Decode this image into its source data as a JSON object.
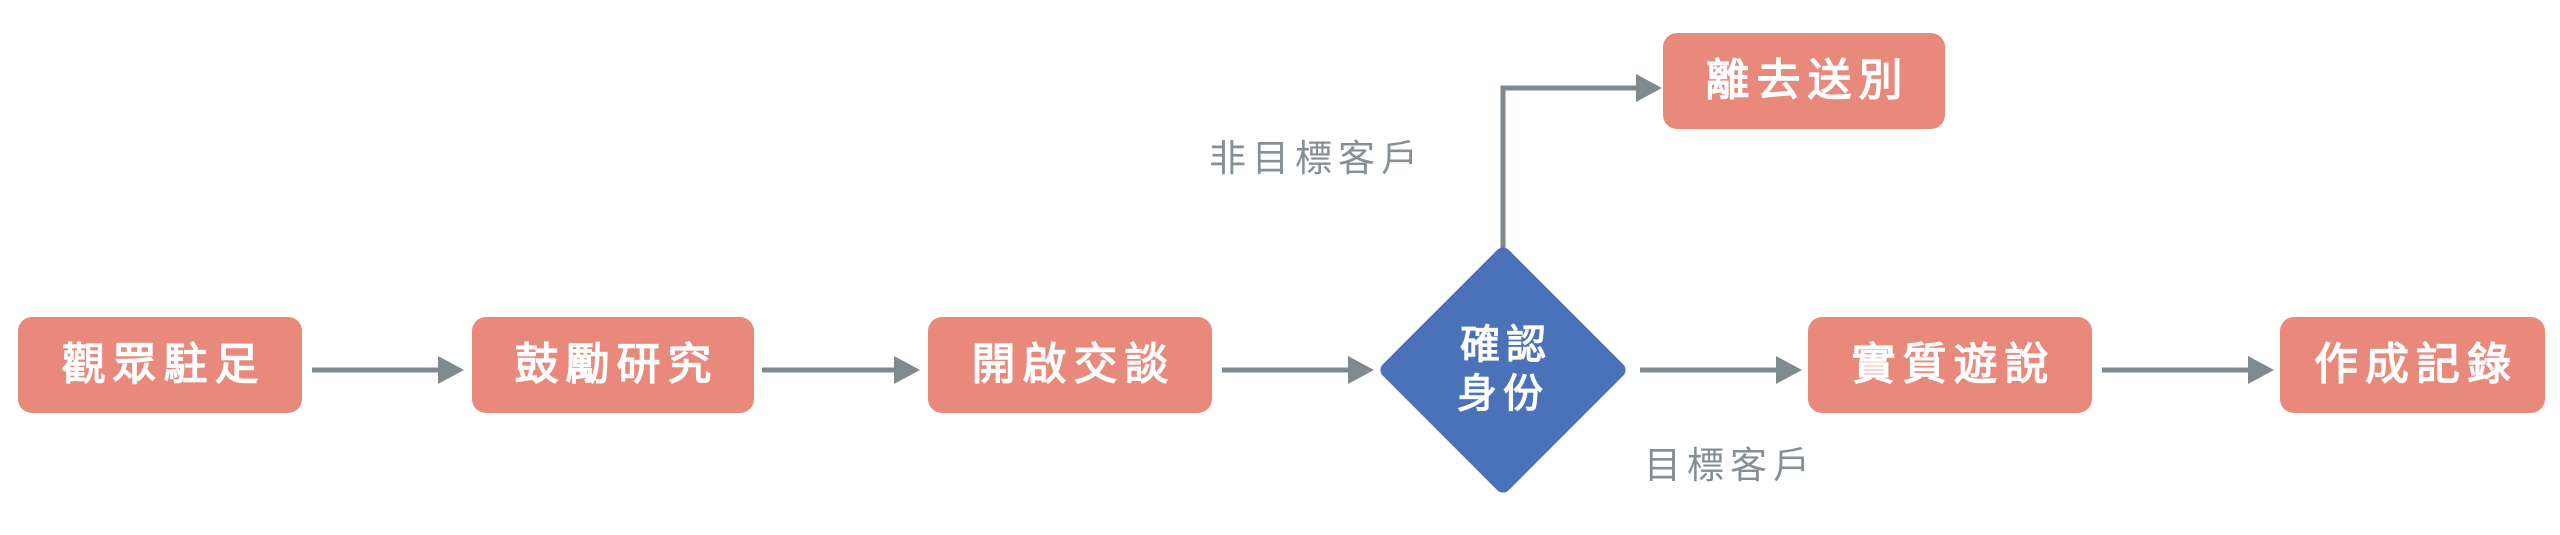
{
  "diagram": {
    "title": "",
    "colors": {
      "process_fill": "#e8897c",
      "process_text": "#ffffff",
      "decision_fill": "#4a72b8",
      "decision_text": "#ffffff",
      "connector": "#7f8a8f",
      "edge_label_text": "#858f94",
      "background": "#ffffff"
    },
    "nodes": [
      {
        "id": "n1",
        "label": "觀眾駐足",
        "type": "process"
      },
      {
        "id": "n2",
        "label": "鼓勵研究",
        "type": "process"
      },
      {
        "id": "n3",
        "label": "開啟交談",
        "type": "process"
      },
      {
        "id": "n4",
        "label": "確認\n身份",
        "type": "decision"
      },
      {
        "id": "n5",
        "label": "離去送別",
        "type": "process"
      },
      {
        "id": "n6",
        "label": "實質遊說",
        "type": "process"
      },
      {
        "id": "n7",
        "label": "作成記錄",
        "type": "process"
      }
    ],
    "edges": [
      {
        "from": "n1",
        "to": "n2",
        "label": ""
      },
      {
        "from": "n2",
        "to": "n3",
        "label": ""
      },
      {
        "from": "n3",
        "to": "n4",
        "label": ""
      },
      {
        "from": "n4",
        "to": "n5",
        "label": "非目標客戶"
      },
      {
        "from": "n4",
        "to": "n6",
        "label": "目標客戶"
      },
      {
        "from": "n6",
        "to": "n7",
        "label": ""
      }
    ],
    "edge_labels": {
      "non_target": "非目標客戶",
      "target": "目標客戶"
    }
  }
}
